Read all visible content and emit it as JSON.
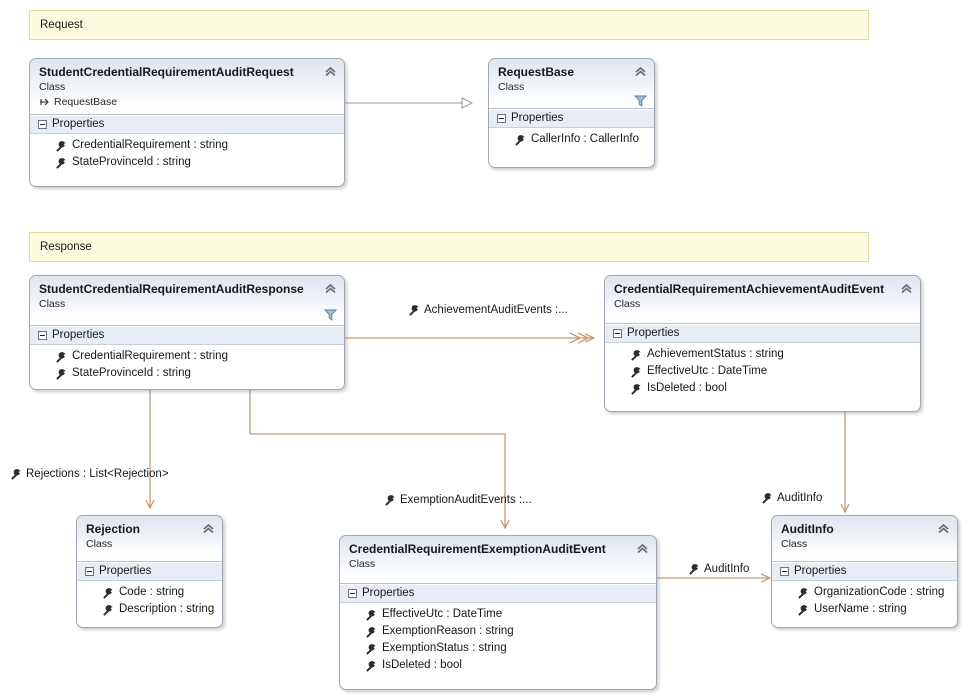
{
  "diagram": {
    "kind": "uml-class-diagram",
    "accent_assoc_color": "#c49a78",
    "accent_inherit_color": "#9a9a9a",
    "band_fill": "#fdfbdd",
    "band_stroke": "#e4dda0",
    "class_header_gradient_top": "#dfe5ee",
    "class_border": "#9fa8b4",
    "compartment_fill": "#e8edf5"
  },
  "bands": [
    {
      "label": "Request"
    },
    {
      "label": "Response"
    }
  ],
  "classes": [
    {
      "id": "student-credential-requirement-audit-request",
      "title": "StudentCredentialRequirementAuditRequest",
      "stereotype": "Class",
      "base": "RequestBase",
      "has_collapse": true,
      "has_filter": false,
      "compartment": "Properties",
      "members": [
        "CredentialRequirement : string",
        "StateProvinceId : string"
      ]
    },
    {
      "id": "request-base",
      "title": "RequestBase",
      "stereotype": "Class",
      "base": null,
      "has_collapse": true,
      "has_filter": true,
      "compartment": "Properties",
      "members": [
        "CallerInfo : CallerInfo"
      ]
    },
    {
      "id": "student-credential-requirement-audit-response",
      "title": "StudentCredentialRequirementAuditResponse",
      "stereotype": "Class",
      "base": null,
      "has_collapse": true,
      "has_filter": true,
      "compartment": "Properties",
      "members": [
        "CredentialRequirement : string",
        "StateProvinceId : string"
      ]
    },
    {
      "id": "credential-requirement-achievement-audit-event",
      "title": "CredentialRequirementAchievementAuditEvent",
      "stereotype": "Class",
      "base": null,
      "has_collapse": true,
      "has_filter": false,
      "compartment": "Properties",
      "members": [
        "AchievementStatus : string",
        "EffectiveUtc : DateTime",
        "IsDeleted : bool"
      ]
    },
    {
      "id": "rejection",
      "title": "Rejection",
      "stereotype": "Class",
      "base": null,
      "has_collapse": true,
      "has_filter": false,
      "compartment": "Properties",
      "members": [
        "Code : string",
        "Description : string"
      ]
    },
    {
      "id": "credential-requirement-exemption-audit-event",
      "title": "CredentialRequirementExemptionAuditEvent",
      "stereotype": "Class",
      "base": null,
      "has_collapse": true,
      "has_filter": false,
      "compartment": "Properties",
      "members": [
        "EffectiveUtc : DateTime",
        "ExemptionReason : string",
        "ExemptionStatus : string",
        "IsDeleted : bool"
      ]
    },
    {
      "id": "audit-info",
      "title": "AuditInfo",
      "stereotype": "Class",
      "base": null,
      "has_collapse": true,
      "has_filter": false,
      "compartment": "Properties",
      "members": [
        "OrganizationCode : string",
        "UserName : string"
      ]
    }
  ],
  "connector_labels": [
    {
      "id": "achievement-audit-events",
      "text": "AchievementAuditEvents :..."
    },
    {
      "id": "rejections",
      "text": "Rejections : List<Rejection>"
    },
    {
      "id": "exemption-audit-events",
      "text": "ExemptionAuditEvents :..."
    },
    {
      "id": "audit-info-achievement",
      "text": "AuditInfo"
    },
    {
      "id": "audit-info-exemption",
      "text": "AuditInfo"
    }
  ]
}
